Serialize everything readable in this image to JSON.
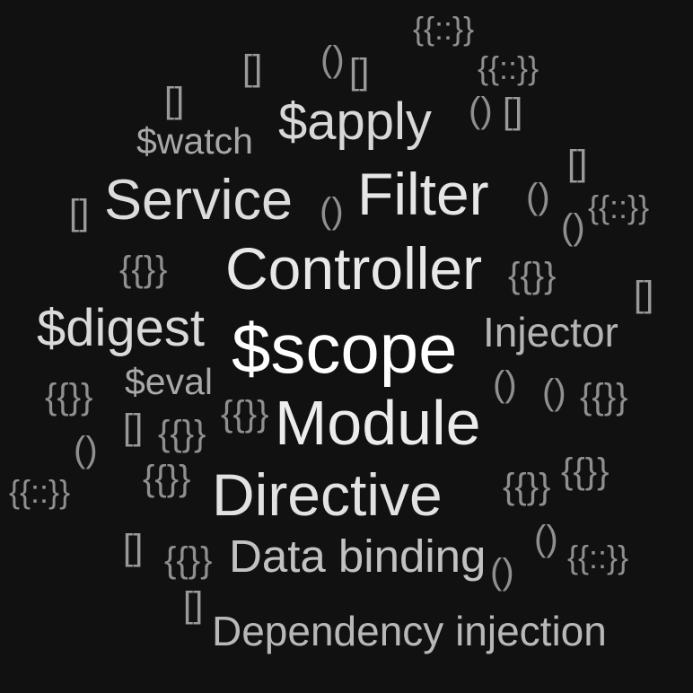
{
  "background_color": "#111111",
  "words": {
    "scope": "$scope",
    "module": "Module",
    "controller": "Controller",
    "filter": "Filter",
    "service": "Service",
    "directive": "Directive",
    "apply": "$apply",
    "digest": "$digest",
    "injector": "Injector",
    "data_binding": "Data binding",
    "dependency_injection": "Dependency injection",
    "watch": "$watch",
    "eval": "$eval"
  },
  "symbols": {
    "parens": "()",
    "braces": "{{}}",
    "double_braces": "{{::}}",
    "brackets": "[]"
  }
}
